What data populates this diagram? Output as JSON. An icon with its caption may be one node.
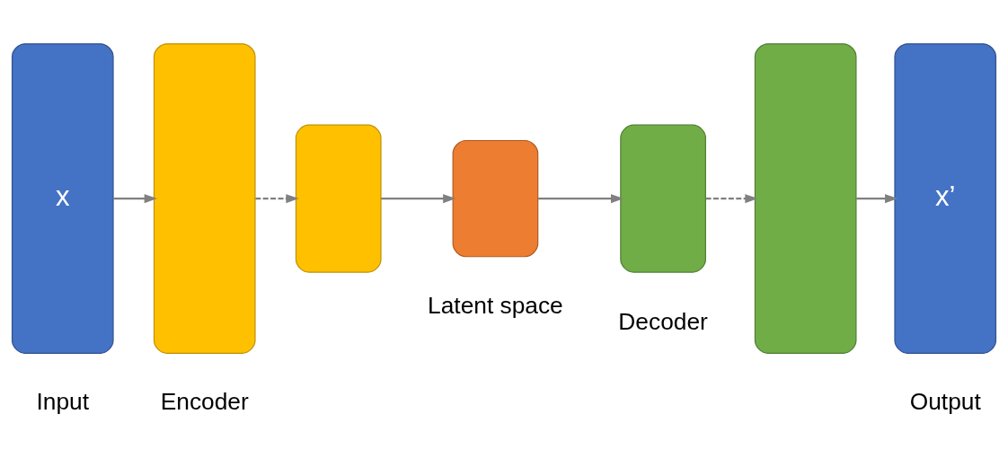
{
  "diagram": {
    "nodes": [
      {
        "text": [
          "x"
        ]
      },
      {
        "text": [],
        "shape": "box"
      },
      {
        "text": [],
        "shape": "box"
      },
      {
        "text": [],
        "shape": "box"
      },
      {
        "text": [],
        "shape": "box"
      },
      {
        "text": [],
        "shape": "box"
      },
      {
        "text": [
          "x’"
        ]
      }
    ],
    "edges": [
      {
        "from": 0,
        "to": 1,
        "arrow": "to"
      },
      {
        "from": 1,
        "to": 2,
        "arrow": "to",
        "style": "dashed"
      },
      {
        "from": 2,
        "to": 3,
        "arrow": "to"
      },
      {
        "from": 3,
        "to": 4,
        "arrow": "to"
      },
      {
        "from": 4,
        "to": 5,
        "arrow": "to",
        "style": "dashed"
      },
      {
        "from": 5,
        "to": 6,
        "arrow": "to"
      }
    ],
    "labels": [
      "Input",
      "Encoder",
      "Latent space",
      "Decoder",
      "Output"
    ]
  }
}
